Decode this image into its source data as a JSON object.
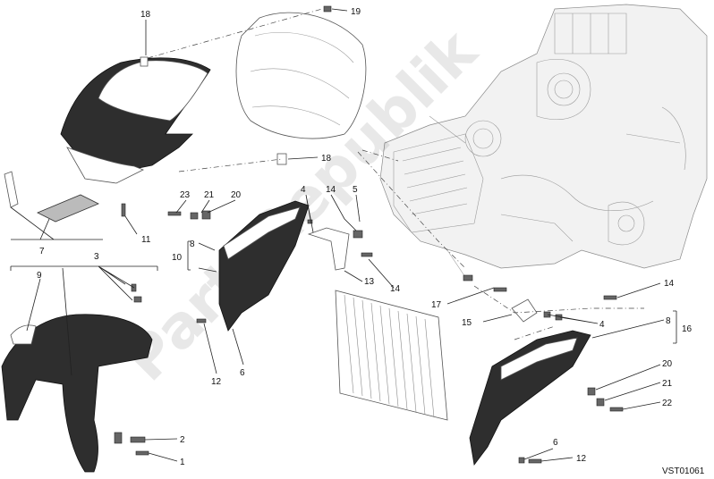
{
  "watermark": "PartsRepublik",
  "diagram_code": "VST01061",
  "callouts": {
    "c18a": "18",
    "c19": "19",
    "c18b": "18",
    "c23": "23",
    "c21a": "21",
    "c20a": "20",
    "c11": "11",
    "c7": "7",
    "c3": "3",
    "c9": "9",
    "c4a": "4",
    "c14a": "14",
    "c5": "5",
    "c8a": "8",
    "c10": "10",
    "c13": "13",
    "c14b": "14",
    "c12a": "12",
    "c6a": "6",
    "c17": "17",
    "c14c": "14",
    "c15": "15",
    "c4b": "4",
    "c8b": "8",
    "c16": "16",
    "c20b": "20",
    "c21b": "21",
    "c22": "22",
    "c2": "2",
    "c1": "1",
    "c6b": "6",
    "c12b": "12"
  }
}
